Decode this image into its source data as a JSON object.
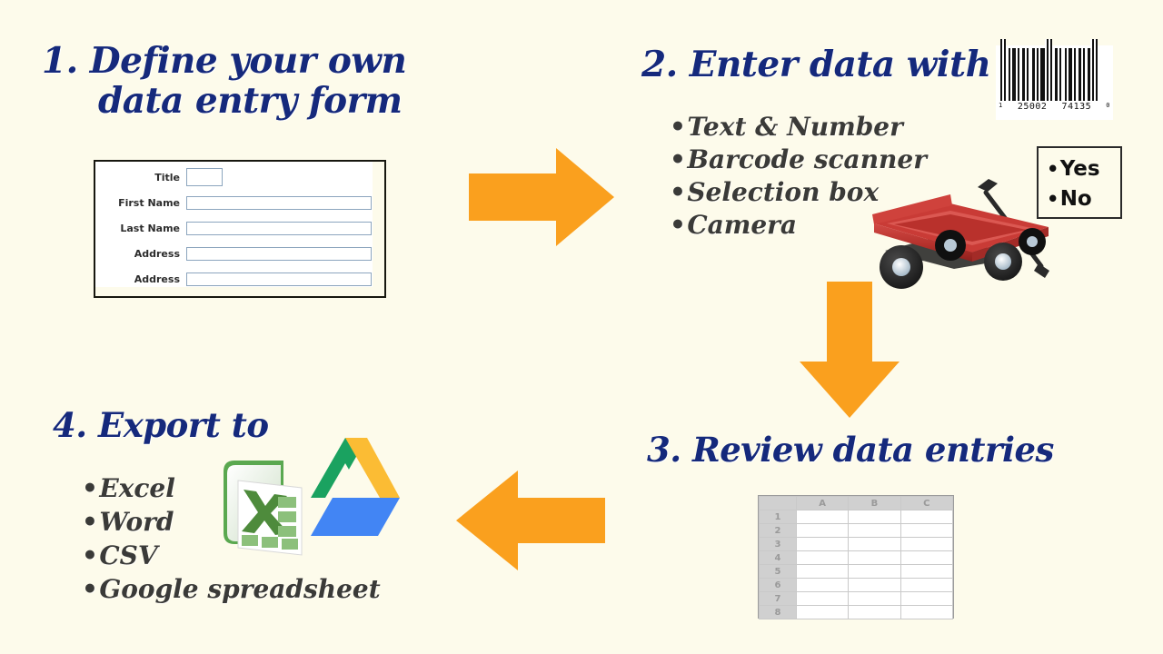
{
  "page": {
    "background_color": "#fdfbeb",
    "heading_color": "#15297c",
    "bullet_text_color": "#3a3a38",
    "arrow_color": "#faa01e"
  },
  "steps": {
    "step1": {
      "heading_line1": "1. Define your own",
      "heading_line2": "data entry form",
      "form": {
        "rows": [
          {
            "label": "Title",
            "value": "",
            "size": "short"
          },
          {
            "label": "First Name",
            "value": "",
            "size": "long"
          },
          {
            "label": "Last Name",
            "value": "",
            "size": "long"
          },
          {
            "label": "Address",
            "value": "",
            "size": "long"
          },
          {
            "label": "Address",
            "value": "",
            "size": "long"
          }
        ]
      }
    },
    "step2": {
      "heading": "2. Enter data with",
      "bullets": [
        "Text & Number",
        "Barcode scanner",
        "Selection box",
        "Camera"
      ],
      "barcode": {
        "left_digit": "1",
        "group1": "25002",
        "group2": "74135",
        "right_digit": "0"
      },
      "selection_box": {
        "options": [
          "Yes",
          "No"
        ]
      },
      "photo_caption": "red toy wagon"
    },
    "step3": {
      "heading": "3. Review data entries",
      "spreadsheet": {
        "columns": [
          "A",
          "B",
          "C"
        ],
        "rows": [
          "1",
          "2",
          "3",
          "4",
          "5",
          "6",
          "7",
          "8"
        ],
        "cells": [
          [
            "",
            "",
            ""
          ],
          [
            "",
            "",
            ""
          ],
          [
            "",
            "",
            ""
          ],
          [
            "",
            "",
            ""
          ],
          [
            "",
            "",
            ""
          ],
          [
            "",
            "",
            ""
          ],
          [
            "",
            "",
            ""
          ],
          [
            "",
            "",
            ""
          ]
        ]
      }
    },
    "step4": {
      "heading": "4. Export to",
      "bullets": [
        "Excel",
        "Word",
        "CSV",
        "Google spreadsheet"
      ],
      "logos": [
        "excel-logo",
        "google-drive-logo"
      ]
    }
  },
  "arrows": [
    {
      "name": "arrow-step1-to-step2",
      "direction": "right"
    },
    {
      "name": "arrow-step2-to-step3",
      "direction": "down"
    },
    {
      "name": "arrow-step3-to-step4",
      "direction": "left"
    }
  ]
}
